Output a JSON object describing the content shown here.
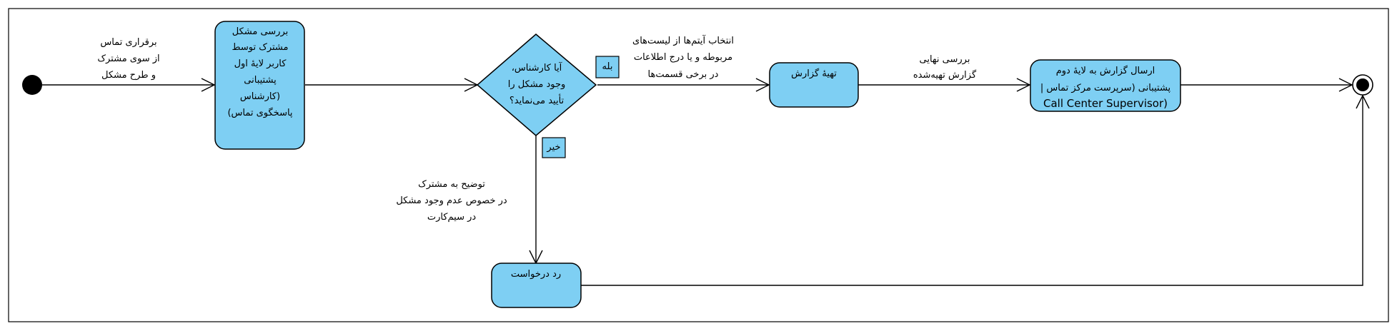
{
  "colors": {
    "node_fill": "#7ecff3",
    "stroke": "#000000",
    "background": "#ffffff"
  },
  "nodes": {
    "review": {
      "lines": [
        "بررسی مشکل",
        "مشترک توسط",
        "کاربر لایهٔ اول",
        "پشتیبانی",
        "(کارشناس",
        "پاسخگوی تماس)"
      ]
    },
    "decision": {
      "lines": [
        "آیا کارشناس،",
        "وجود مشکل را",
        "تأیید می‌نماید؟"
      ]
    },
    "prepare": {
      "lines": [
        "تهیهٔ گزارش"
      ]
    },
    "send": {
      "lines": [
        "ارسال گزارش به لایهٔ دوم",
        "پشتیبانی (سرپرست مرکز تماس |",
        "Call Center Supervisor)"
      ]
    },
    "reject": {
      "lines": [
        "رد درخواست"
      ]
    }
  },
  "guards": {
    "yes": "بله",
    "no": "خیر"
  },
  "edge_labels": {
    "start_to_review": [
      "برقراری تماس",
      "از سوی مشترک",
      "و طرح مشکل"
    ],
    "yes_to_prepare": [
      "انتخاب آیتم‌ها از لیست‌های",
      "مربوطه و یا درج اطلاعات",
      "در برخی قسمت‌ها"
    ],
    "prepare_to_send": [
      "بررسی نهایی",
      "گزارش تهیه‌شده"
    ],
    "no_to_reject": [
      "توضیح به مشترک",
      "در خصوص عدم وجود مشکل",
      "در سیم‌کارت"
    ]
  }
}
